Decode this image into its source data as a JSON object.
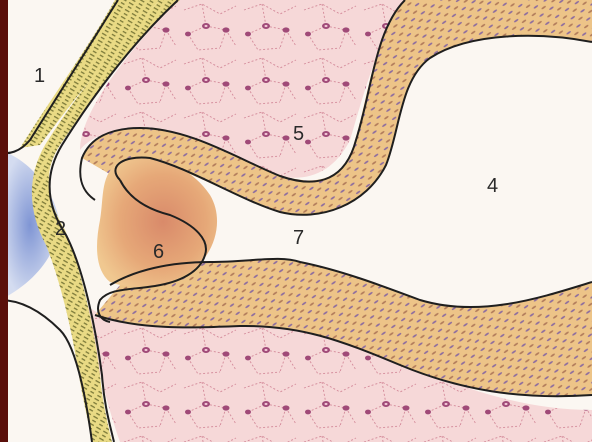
{
  "labels": {
    "l1": "1",
    "l2": "2",
    "l4": "4",
    "l5": "5",
    "l6": "6",
    "l7": "7"
  },
  "colors": {
    "frame": "#5a0f0a",
    "background": "#fbf7f2",
    "mesenchyme": "#f6d8d8",
    "cell_nucleus": "#a04a78",
    "ectoderm": "#e9da84",
    "endoderm_band": "#edc488",
    "pouch_dark": "#e0a070",
    "membrane_blue": "#9fb4e2",
    "outline": "#1f1f1f"
  }
}
